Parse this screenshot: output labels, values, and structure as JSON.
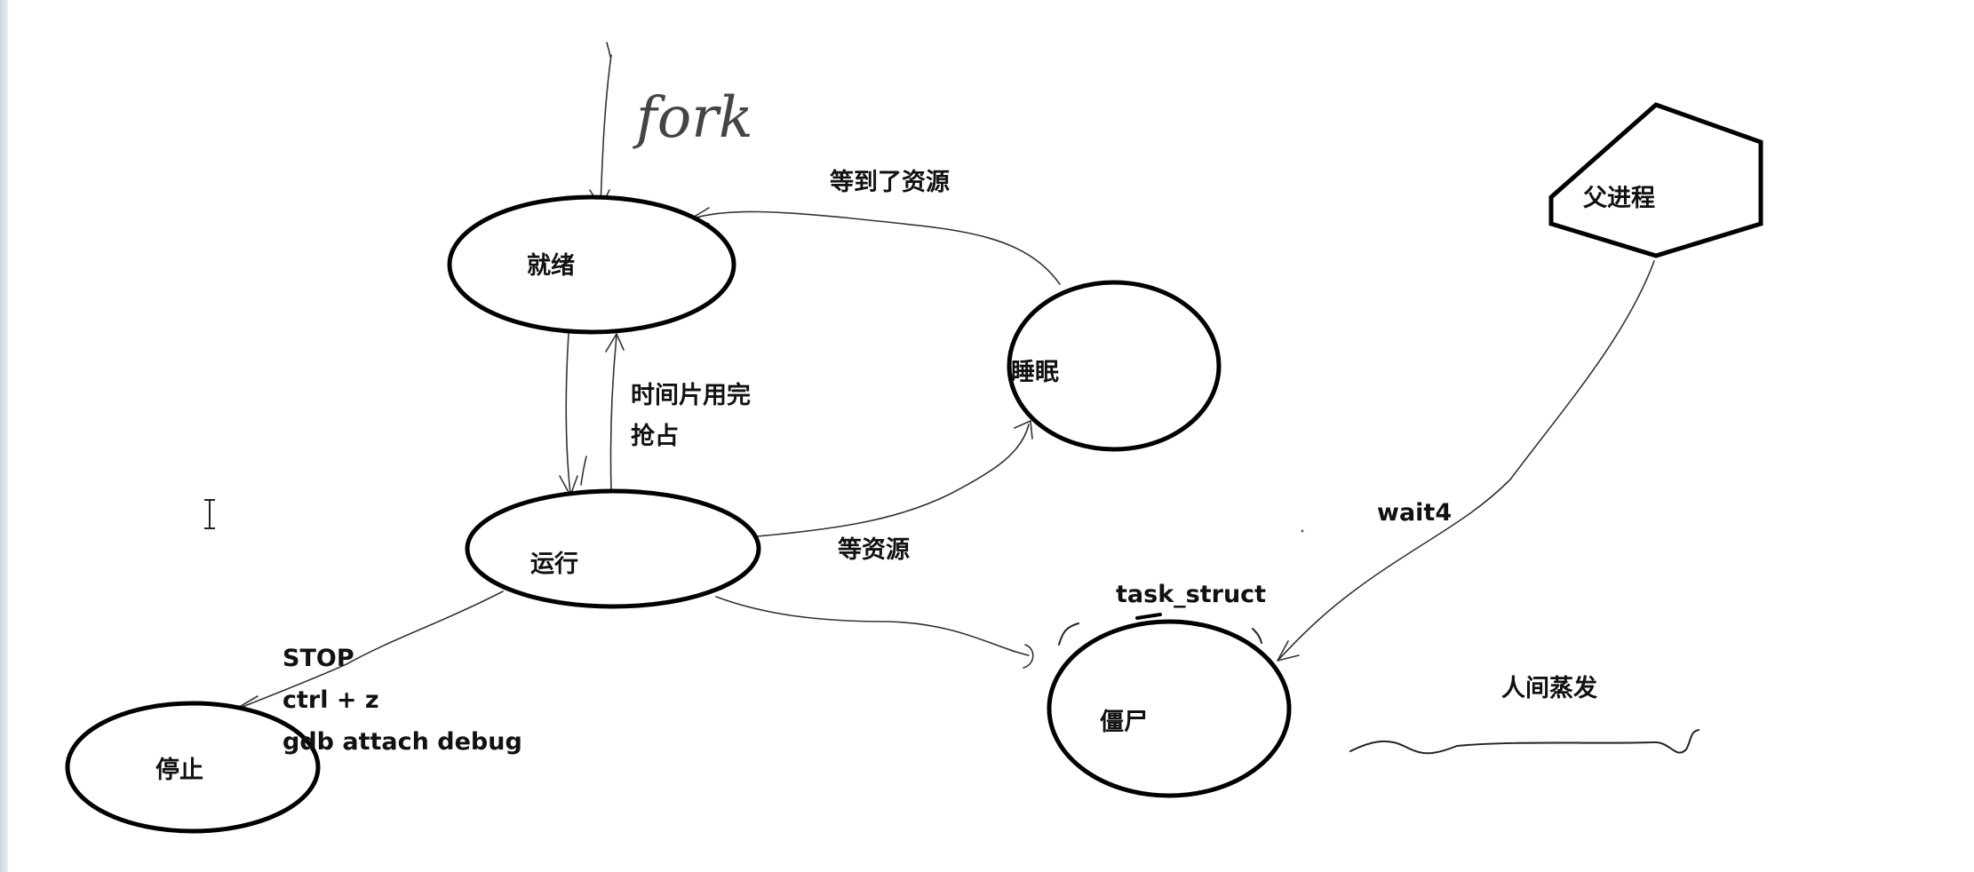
{
  "nodes": {
    "ready": "就绪",
    "running": "运行",
    "sleeping": "睡眠",
    "stopped": "停止",
    "zombie": "僵尸",
    "parent": "父进程"
  },
  "labels": {
    "fork": "fork",
    "got_resource": "等到了资源",
    "timeslice_used": "时间片用完",
    "preempt": "抢占",
    "wait_resource": "等资源",
    "stop": "STOP",
    "ctrl_z": "ctrl + z",
    "gdb_attach": "gdb attach debug",
    "task_struct": "task_struct",
    "wait4": "wait4",
    "evaporate": "人间蒸发"
  }
}
